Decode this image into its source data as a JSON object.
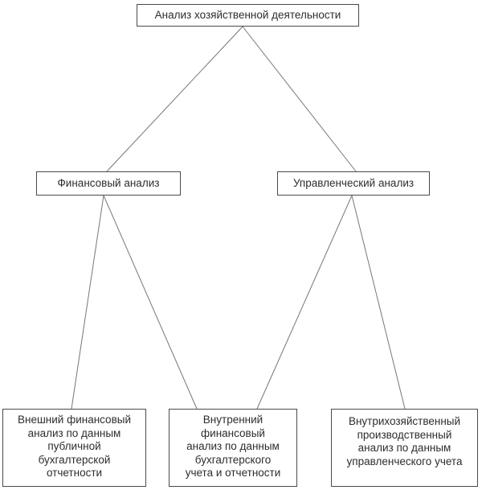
{
  "diagram": {
    "title": "Анализ хозяйственной деятельности",
    "type": "hierarchy-tree",
    "colors": {
      "background": "#ffffff",
      "box_border": "#4a4a4a",
      "text": "#2d2d2d",
      "connector_line": "#777777"
    },
    "nodes": {
      "root": {
        "label": "Анализ хозяйственной деятельности"
      },
      "financial": {
        "label": "Финансовый анализ"
      },
      "managerial": {
        "label": "Управленческий анализ"
      },
      "external_financial": {
        "label": "Внешний финансовый\nанализ по данным\nпубличной\nбухгалтерской\nотчетности"
      },
      "internal_financial": {
        "label": "Внутренний\nфинансовый\nанализ по данным\nбухгалтерского\nучета и отчетности"
      },
      "intra_managerial": {
        "label": "Внутрихозяйственный\nпроизводственный\nанализ по данным\nуправленческого учета"
      }
    },
    "edges": [
      {
        "from": "root",
        "to": "financial"
      },
      {
        "from": "root",
        "to": "managerial"
      },
      {
        "from": "financial",
        "to": "external_financial"
      },
      {
        "from": "financial",
        "to": "internal_financial"
      },
      {
        "from": "managerial",
        "to": "internal_financial"
      },
      {
        "from": "managerial",
        "to": "intra_managerial"
      }
    ]
  }
}
